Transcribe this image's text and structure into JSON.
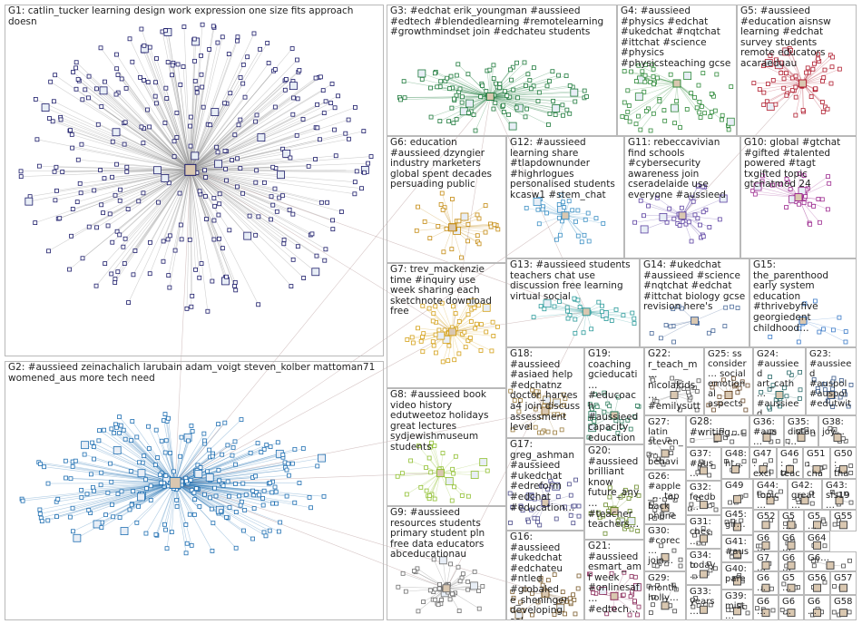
{
  "groups": [
    {
      "id": "G1",
      "label": "G1: catlin_tucker learning design work expression one size fits approach doesn",
      "color": "#1c1c6a"
    },
    {
      "id": "G2",
      "label": "G2: #aussieed zeinachalich larubain adam_voigt steven_kolber mattoman71 womened_aus more tech need",
      "color": "#1f6fb2"
    },
    {
      "id": "G3",
      "label": "G3: #edchat erik_youngman #aussieed #edtech #blendedlearning #remotelearning #growthmindset join #edchateu students",
      "color": "#1e7a3c"
    },
    {
      "id": "G4",
      "label": "G4: #aussieed #physics #edchat #ukedchat #nqtchat #ittchat #science #physics #physicsteaching gcse",
      "color": "#2f8a3a"
    },
    {
      "id": "G5",
      "label": "G5: #aussieed #education aisnsw learning #edchat survey students remote educators acaraeduau",
      "color": "#b01c2e"
    },
    {
      "id": "G6",
      "label": "G6: education #aussieed dzyngier industry marketers global spent decades persuading public",
      "color": "#c48a10"
    },
    {
      "id": "G7",
      "label": "G7: trev_mackenzie time #inquiry use week sharing each sketchnote download free",
      "color": "#d4a017"
    },
    {
      "id": "G8",
      "label": "G8: #aussieed book video history edutweetoz holidays great lectures sydjewishmuseum students",
      "color": "#8fbf2f"
    },
    {
      "id": "G9",
      "label": "G9: #aussieed resources students primary student pln free data educators abceducationau",
      "color": "#6e6e6e"
    },
    {
      "id": "G10",
      "label": "G10: global #gtchat #gifted #talented powered #tagt txgifted topic gtchatmod 24",
      "color": "#9c2a8f"
    },
    {
      "id": "G11",
      "label": "G11: rebeccavivian find schools #cybersecurity awareness join cseradelaide use everyone #aussieed",
      "color": "#5a3fa0"
    },
    {
      "id": "G12",
      "label": "G12: #aussieed learning share #tlapdownunder #highrlogues personalised students kcasw1 #stem_chat",
      "color": "#3b8fc4"
    },
    {
      "id": "G13",
      "label": "G13: #aussieed students teachers chat use discussion free learning virtual social",
      "color": "#2a9a9a"
    },
    {
      "id": "G14",
      "label": "G14: #ukedchat #aussieed #science #nqtchat #edchat #ittchat biology gcse revision here's",
      "color": "#4a6a9a"
    },
    {
      "id": "G15",
      "label": "G15: the_parenthood early system education #thrivebyfive georgiedent childhood…",
      "color": "#3a7ac8"
    },
    {
      "id": "G16",
      "label": "G16: #aussieed #ukedchat #edchateu #ntled #globaled e_sheninger developing sel…",
      "color": "#7a5a2a"
    },
    {
      "id": "G17",
      "label": "G17: greg_ashman #aussieed #ukedchat #edreform #edchat #education…",
      "color": "#4a4a8a"
    },
    {
      "id": "G18",
      "label": "G18: #aussieed #asiaed help #edchatnz doctor_harves a4 join discuss assessment level",
      "color": "#9a7a3a"
    },
    {
      "id": "G19",
      "label": "G19: coaching gcieducati… #educoach #aussieed capacity education…",
      "color": "#2a7a5a"
    },
    {
      "id": "G20",
      "label": "G20: #aussieed brilliant know future_any… #teacher teachers…",
      "color": "#6a8a2a"
    },
    {
      "id": "G21",
      "label": "G21: #aussieed esmart_amf week #onlinesaf… #edtech…",
      "color": "#8a2a5a"
    },
    {
      "id": "G22",
      "label": "G22: r_teach_m… nicolakids… #emilysutt… superb…",
      "color": "#5a5a5a"
    },
    {
      "id": "G23",
      "label": "G23: #aussieed #auspol #auspol #edutwit…",
      "color": "#3a5a8a"
    },
    {
      "id": "G24",
      "label": "G24: #aussieed art_cath… #aussieed…",
      "color": "#2a6a6a"
    },
    {
      "id": "G25",
      "label": "G25: ss consider… social emotional aspects…",
      "color": "#6a4a2a"
    },
    {
      "id": "G26",
      "label": "G26: #apple_… tap back phone…",
      "color": "#4a4a4a"
    },
    {
      "id": "G27",
      "label": "G27: latin steven_… behavi…",
      "color": "#4a4a4a"
    },
    {
      "id": "G28",
      "label": "G28: #writing…",
      "color": "#4a4a4a"
    },
    {
      "id": "G29",
      "label": "G29: month holly…",
      "color": "#4a4a4a"
    },
    {
      "id": "G30",
      "label": "G30: #corec… join…",
      "color": "#4a4a4a"
    },
    {
      "id": "G31",
      "label": "G31: chec…",
      "color": "#4a4a4a"
    },
    {
      "id": "G32",
      "label": "G32: feedb…",
      "color": "#4a4a4a"
    },
    {
      "id": "G33",
      "label": "G33: years…",
      "color": "#4a4a4a"
    },
    {
      "id": "G34",
      "label": "G34: today…",
      "color": "#4a4a4a"
    },
    {
      "id": "G35",
      "label": "G35: distan…",
      "color": "#4a4a4a"
    },
    {
      "id": "G36",
      "label": "G36: #aus…",
      "color": "#4a4a4a"
    },
    {
      "id": "G37",
      "label": "G37: #aus…",
      "color": "#4a4a4a"
    },
    {
      "id": "G38",
      "label": "G38: joy…",
      "color": "#4a4a4a"
    },
    {
      "id": "G39",
      "label": "G39: mist…",
      "color": "#4a4a4a"
    },
    {
      "id": "G40",
      "label": "G40: pare…",
      "color": "#4a4a4a"
    },
    {
      "id": "G41",
      "label": "G41: #aus…",
      "color": "#4a4a4a"
    },
    {
      "id": "G42",
      "label": "G42: great…",
      "color": "#4a4a4a"
    },
    {
      "id": "G43",
      "label": "G43: sfs19…",
      "color": "#4a4a4a"
    },
    {
      "id": "G44",
      "label": "G44: topic…",
      "color": "#4a4a4a"
    },
    {
      "id": "G45",
      "label": "G45: gif…",
      "color": "#4a4a4a"
    },
    {
      "id": "G46",
      "label": "G46: teac…",
      "color": "#4a4a4a"
    },
    {
      "id": "G47",
      "label": "G47: exci…",
      "color": "#4a4a4a"
    },
    {
      "id": "G48",
      "label": "G48: ht…",
      "color": "#4a4a4a"
    },
    {
      "id": "G49",
      "label": "G49",
      "color": "#4a4a4a"
    },
    {
      "id": "G50",
      "label": "G50: tha…",
      "color": "#4a4a4a"
    },
    {
      "id": "G51",
      "label": "G51: cha…",
      "color": "#4a4a4a"
    },
    {
      "id": "G52",
      "label": "G52",
      "color": "#4a4a4a"
    },
    {
      "id": "G53",
      "label": "G5…",
      "color": "#4a4a4a"
    },
    {
      "id": "G54",
      "label": "G5…",
      "color": "#4a4a4a"
    },
    {
      "id": "G55",
      "label": "G55",
      "color": "#4a4a4a"
    },
    {
      "id": "G56",
      "label": "G56",
      "color": "#4a4a4a"
    },
    {
      "id": "G57",
      "label": "G57",
      "color": "#4a4a4a"
    },
    {
      "id": "G58",
      "label": "G58",
      "color": "#4a4a4a"
    },
    {
      "id": "G59",
      "label": "G5…",
      "color": "#4a4a4a"
    },
    {
      "id": "G60",
      "label": "G6…",
      "color": "#4a4a4a"
    },
    {
      "id": "G61",
      "label": "G6…",
      "color": "#4a4a4a"
    },
    {
      "id": "G62",
      "label": "G6…",
      "color": "#4a4a4a"
    },
    {
      "id": "G63",
      "label": "G6…",
      "color": "#4a4a4a"
    },
    {
      "id": "G64",
      "label": "G64",
      "color": "#4a4a4a"
    },
    {
      "id": "G65",
      "label": "G6…",
      "color": "#4a4a4a"
    },
    {
      "id": "G66",
      "label": "G6…",
      "color": "#4a4a4a"
    },
    {
      "id": "G67",
      "label": "G7…",
      "color": "#4a4a4a"
    },
    {
      "id": "G68",
      "label": "G6…",
      "color": "#4a4a4a"
    },
    {
      "id": "G69",
      "label": "G6…",
      "color": "#4a4a4a"
    }
  ]
}
